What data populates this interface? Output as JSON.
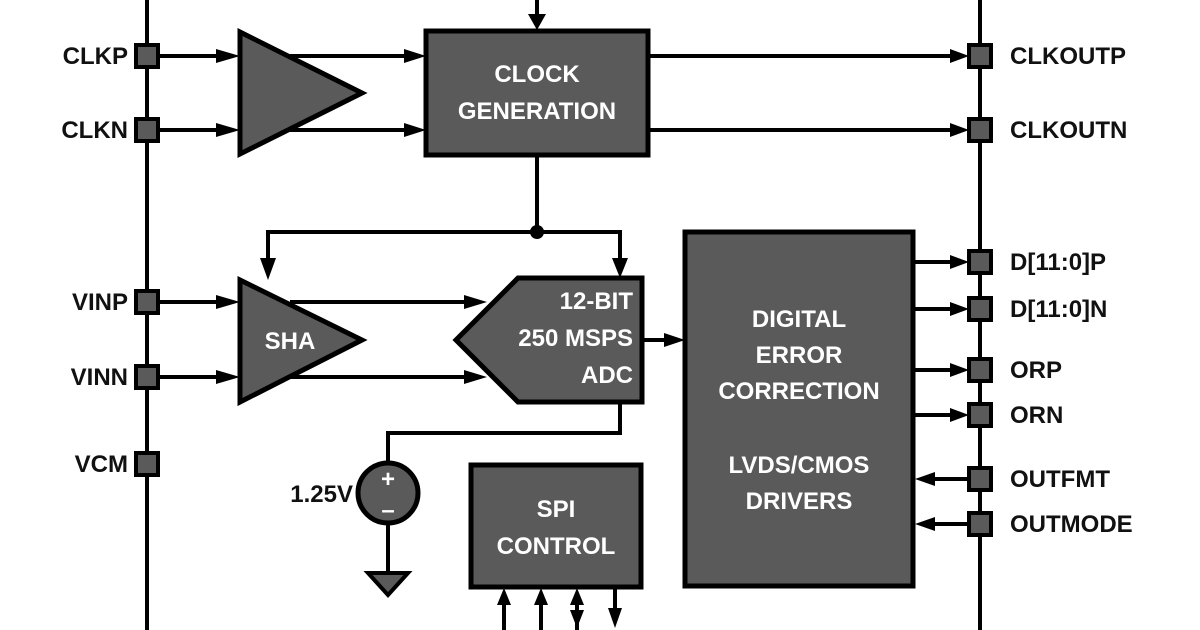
{
  "diagram": {
    "colors": {
      "block_fill": "#5a5a5a",
      "line": "#000000",
      "text_on_block": "#ffffff",
      "label_text": "#111111",
      "background": "#ffffff"
    },
    "left_pins": [
      "CLKP",
      "CLKN",
      "VINP",
      "VINN",
      "VCM"
    ],
    "right_pins": [
      "CLKOUTP",
      "CLKOUTN",
      "D[11:0]P",
      "D[11:0]N",
      "ORP",
      "ORN",
      "OUTFMT",
      "OUTMODE"
    ],
    "blocks": {
      "clock_generation": [
        "CLOCK",
        "GENERATION"
      ],
      "sha": "SHA",
      "adc": [
        "12-BIT",
        "250 MSPS",
        "ADC"
      ],
      "digital": [
        "DIGITAL",
        "ERROR",
        "CORRECTION",
        "",
        "LVDS/CMOS",
        "DRIVERS"
      ],
      "spi": [
        "SPI",
        "CONTROL"
      ]
    },
    "reference": {
      "voltage_label": "1.25V",
      "plus": "+",
      "minus": "–"
    }
  }
}
